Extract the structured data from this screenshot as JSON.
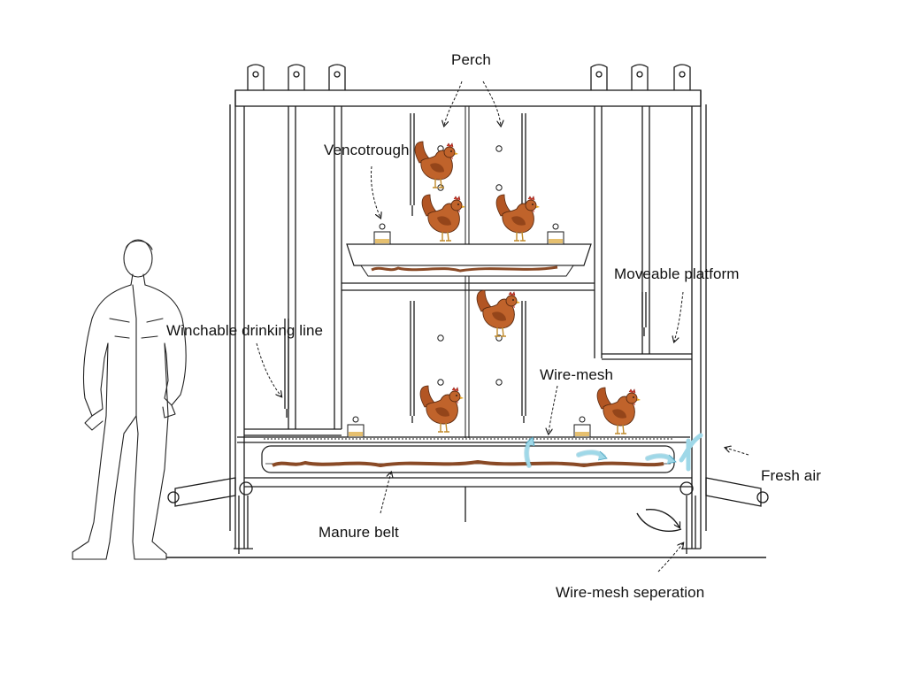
{
  "labels": {
    "perch": "Perch",
    "vencotrough": "Vencotrough",
    "moveable_platform": "Moveable platform",
    "winchable_drinking_line": "Winchable drinking line",
    "wire_mesh": "Wire-mesh",
    "fresh_air": "Fresh air",
    "manure_belt": "Manure belt",
    "wire_mesh_separation": "Wire-mesh seperation"
  },
  "colors": {
    "line": "#1a1a1a",
    "hen_body": "#c0632b",
    "hen_shade": "#8c3f17",
    "comb": "#d23a2a",
    "manure": "#8a4a26",
    "airflow": "#9fd8e8",
    "airflow_edge": "#4aa3c0"
  },
  "icons": [
    "hen-icon",
    "farmer-figure",
    "airflow-arrow-icon",
    "leader-arrow-icon"
  ]
}
